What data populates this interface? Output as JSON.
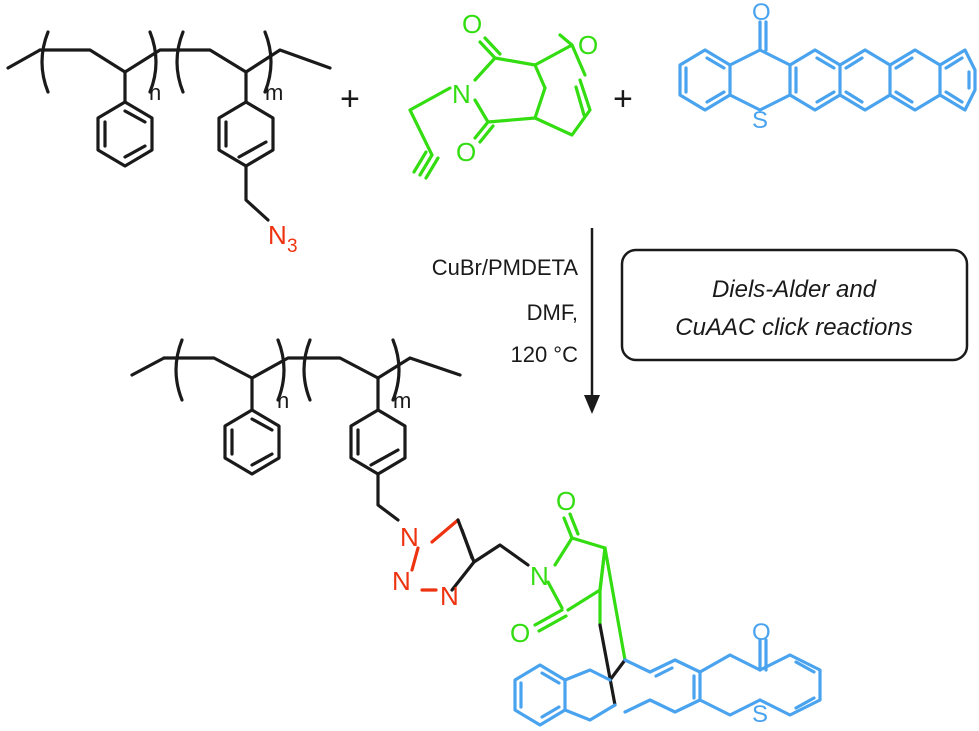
{
  "reactants": {
    "polymer": {
      "subscript_n": "n",
      "subscript_m": "m",
      "azide_N": "N",
      "azide_sub": "3"
    },
    "plus_1": "+",
    "maleimide": {
      "N_label": "N",
      "O_top": "O",
      "O_bottom": "O",
      "O_bridge": "O"
    },
    "plus_2": "+",
    "thiopentacenone": {
      "O_label": "O",
      "S_label": "S"
    }
  },
  "conditions": {
    "line1": "CuBr/PMDETA",
    "line2": "DMF,",
    "line3": "120 °C"
  },
  "callout": {
    "line1": "Diels-Alder and",
    "line2": "CuAAC click reactions"
  },
  "product": {
    "subscript_n": "n",
    "subscript_m": "m",
    "triazole_N1": "N",
    "triazole_N2": "N",
    "triazole_N3": "N",
    "imide_N": "N",
    "O_top": "O",
    "O_bottom": "O",
    "O_ketone": "O",
    "S_label": "S"
  },
  "colors": {
    "black": "#1a1a1a",
    "green": "#33dd11",
    "blue": "#4aa3ee",
    "red": "#ee3311"
  }
}
